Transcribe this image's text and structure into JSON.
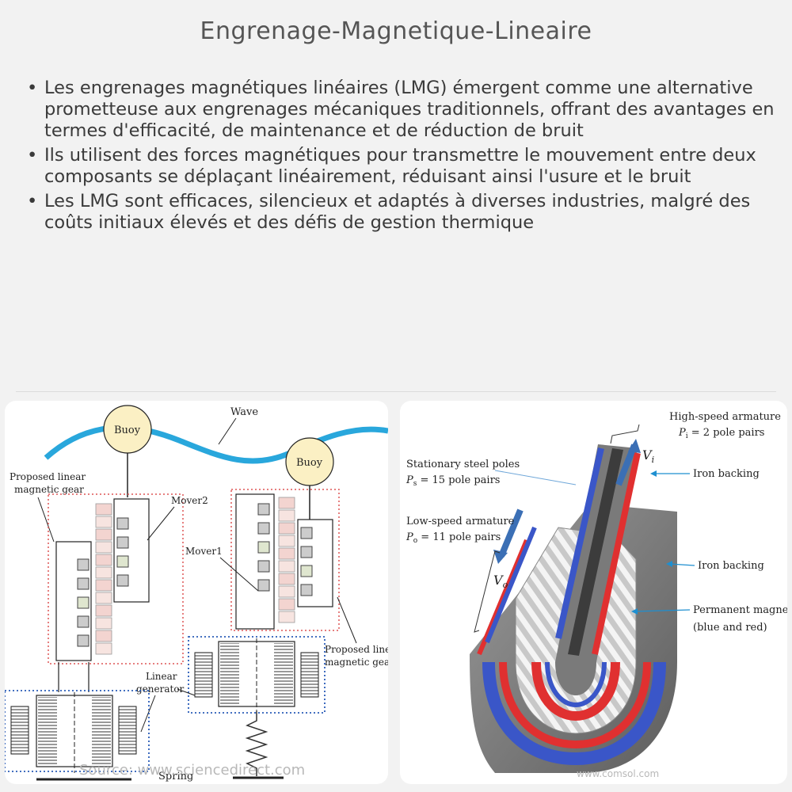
{
  "title": "Engrenage-Magnetique-Lineaire",
  "bullets": [
    "Les engrenages magnétiques linéaires (LMG) émergent comme une alternative prometteuse aux engrenages mécaniques traditionnels, offrant des avantages en termes d'efficacité, de maintenance et de réduction de bruit",
    "Ils utilisent des forces magnétiques pour transmettre le mouvement entre deux composants se déplaçant linéairement, réduisant ainsi l'usure et le bruit",
    "Les LMG sont efficaces, silencieux et adaptés à diverses industries, malgré des coûts initiaux élevés et des défis de gestion thermique"
  ],
  "left_diagram": {
    "wave": "Wave",
    "buoy1": "Buoy",
    "buoy2": "Buoy",
    "proposed_gear_left_1": "Proposed linear",
    "proposed_gear_left_2": "magnetic gear",
    "mover2": "Mover2",
    "mover1": "Mover1",
    "proposed_gear_right_1": "Proposed linear",
    "proposed_gear_right_2": "magnetic gear",
    "linear_gen_1": "Linear",
    "linear_gen_2": "generator",
    "spring": "Spring",
    "source": "Source: www.sciencedirect.com"
  },
  "right_diagram": {
    "high_speed_1": "High-speed armature",
    "high_speed_2": "P",
    "high_speed_sub": "i",
    "high_speed_3": " = 2 pole pairs",
    "stationary_1": "Stationary steel poles",
    "stationary_2": "P",
    "stationary_sub": "s",
    "stationary_3": " = 15 pole pairs",
    "low_speed_1": "Low-speed armature",
    "low_speed_2": "P",
    "low_speed_sub": "o",
    "low_speed_3": " = 11 pole pairs",
    "iron_backing_top": "Iron backing",
    "iron_backing_mid": "Iron backing",
    "permanent_1": "Permanent magnets",
    "permanent_2": "(blue and red)",
    "vi": "V",
    "vi_sub": "i",
    "vo": "V",
    "vo_sub": "o",
    "source": "www.comsol.com"
  }
}
